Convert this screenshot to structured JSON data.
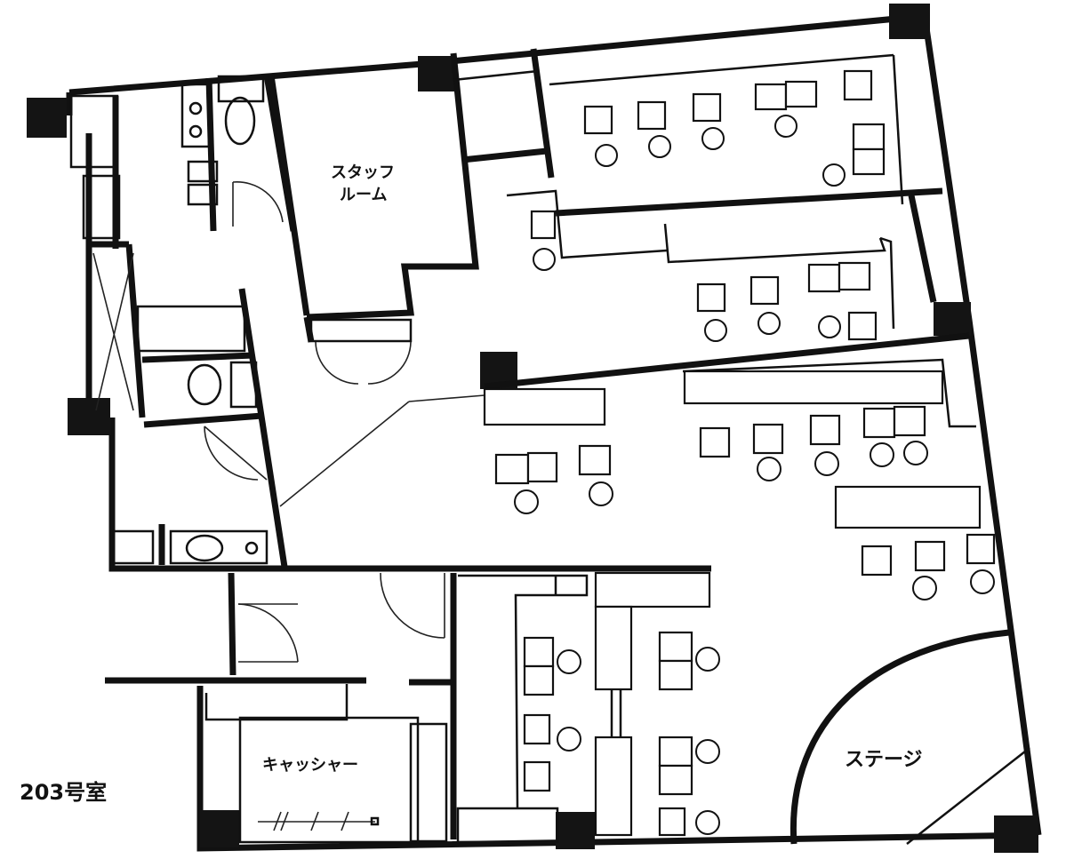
{
  "labels": {
    "staff_room_line1": "スタッフ",
    "staff_room_line2": "ルーム",
    "cashier": "キャッシャー",
    "stage": "ステージ",
    "room_number": "203号室"
  },
  "colors": {
    "wall": "#111111",
    "column": "#141414",
    "background": "#ffffff"
  }
}
